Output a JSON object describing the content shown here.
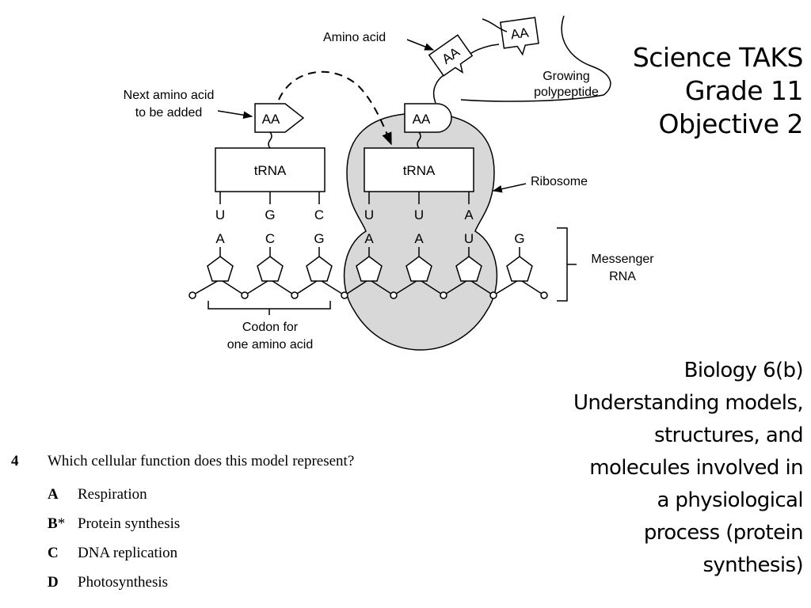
{
  "diagram": {
    "labels": {
      "amino_acid": "Amino acid",
      "growing_line1": "Growing",
      "growing_line2": "polypeptide",
      "next_line1": "Next amino acid",
      "next_line2": "to be added",
      "ribosome": "Ribosome",
      "messenger_line1": "Messenger",
      "messenger_line2": "RNA",
      "codon_line1": "Codon for",
      "codon_line2": "one amino acid"
    },
    "amino_acid_tag": "AA",
    "trna_label": "tRNA",
    "anticodons_left": [
      "U",
      "G",
      "C"
    ],
    "anticodons_right": [
      "U",
      "U",
      "A"
    ],
    "mrna_bases": [
      "A",
      "C",
      "G",
      "A",
      "A",
      "U",
      "G"
    ]
  },
  "slide": {
    "title_lines": [
      "Science TAKS",
      "Grade 11",
      "Objective 2"
    ],
    "standard_lines": [
      "Biology 6(b)",
      "Understanding models,",
      "structures, and",
      "molecules involved in",
      "a physiological",
      "process (protein",
      "synthesis)"
    ]
  },
  "question": {
    "number": "4",
    "text": "Which cellular function does this model represent?",
    "choices": [
      {
        "letter": "A",
        "mark": "",
        "text": "Respiration"
      },
      {
        "letter": "B",
        "mark": "*",
        "text": "Protein synthesis"
      },
      {
        "letter": "C",
        "mark": "",
        "text": "DNA replication"
      },
      {
        "letter": "D",
        "mark": "",
        "text": "Photosynthesis"
      }
    ]
  }
}
